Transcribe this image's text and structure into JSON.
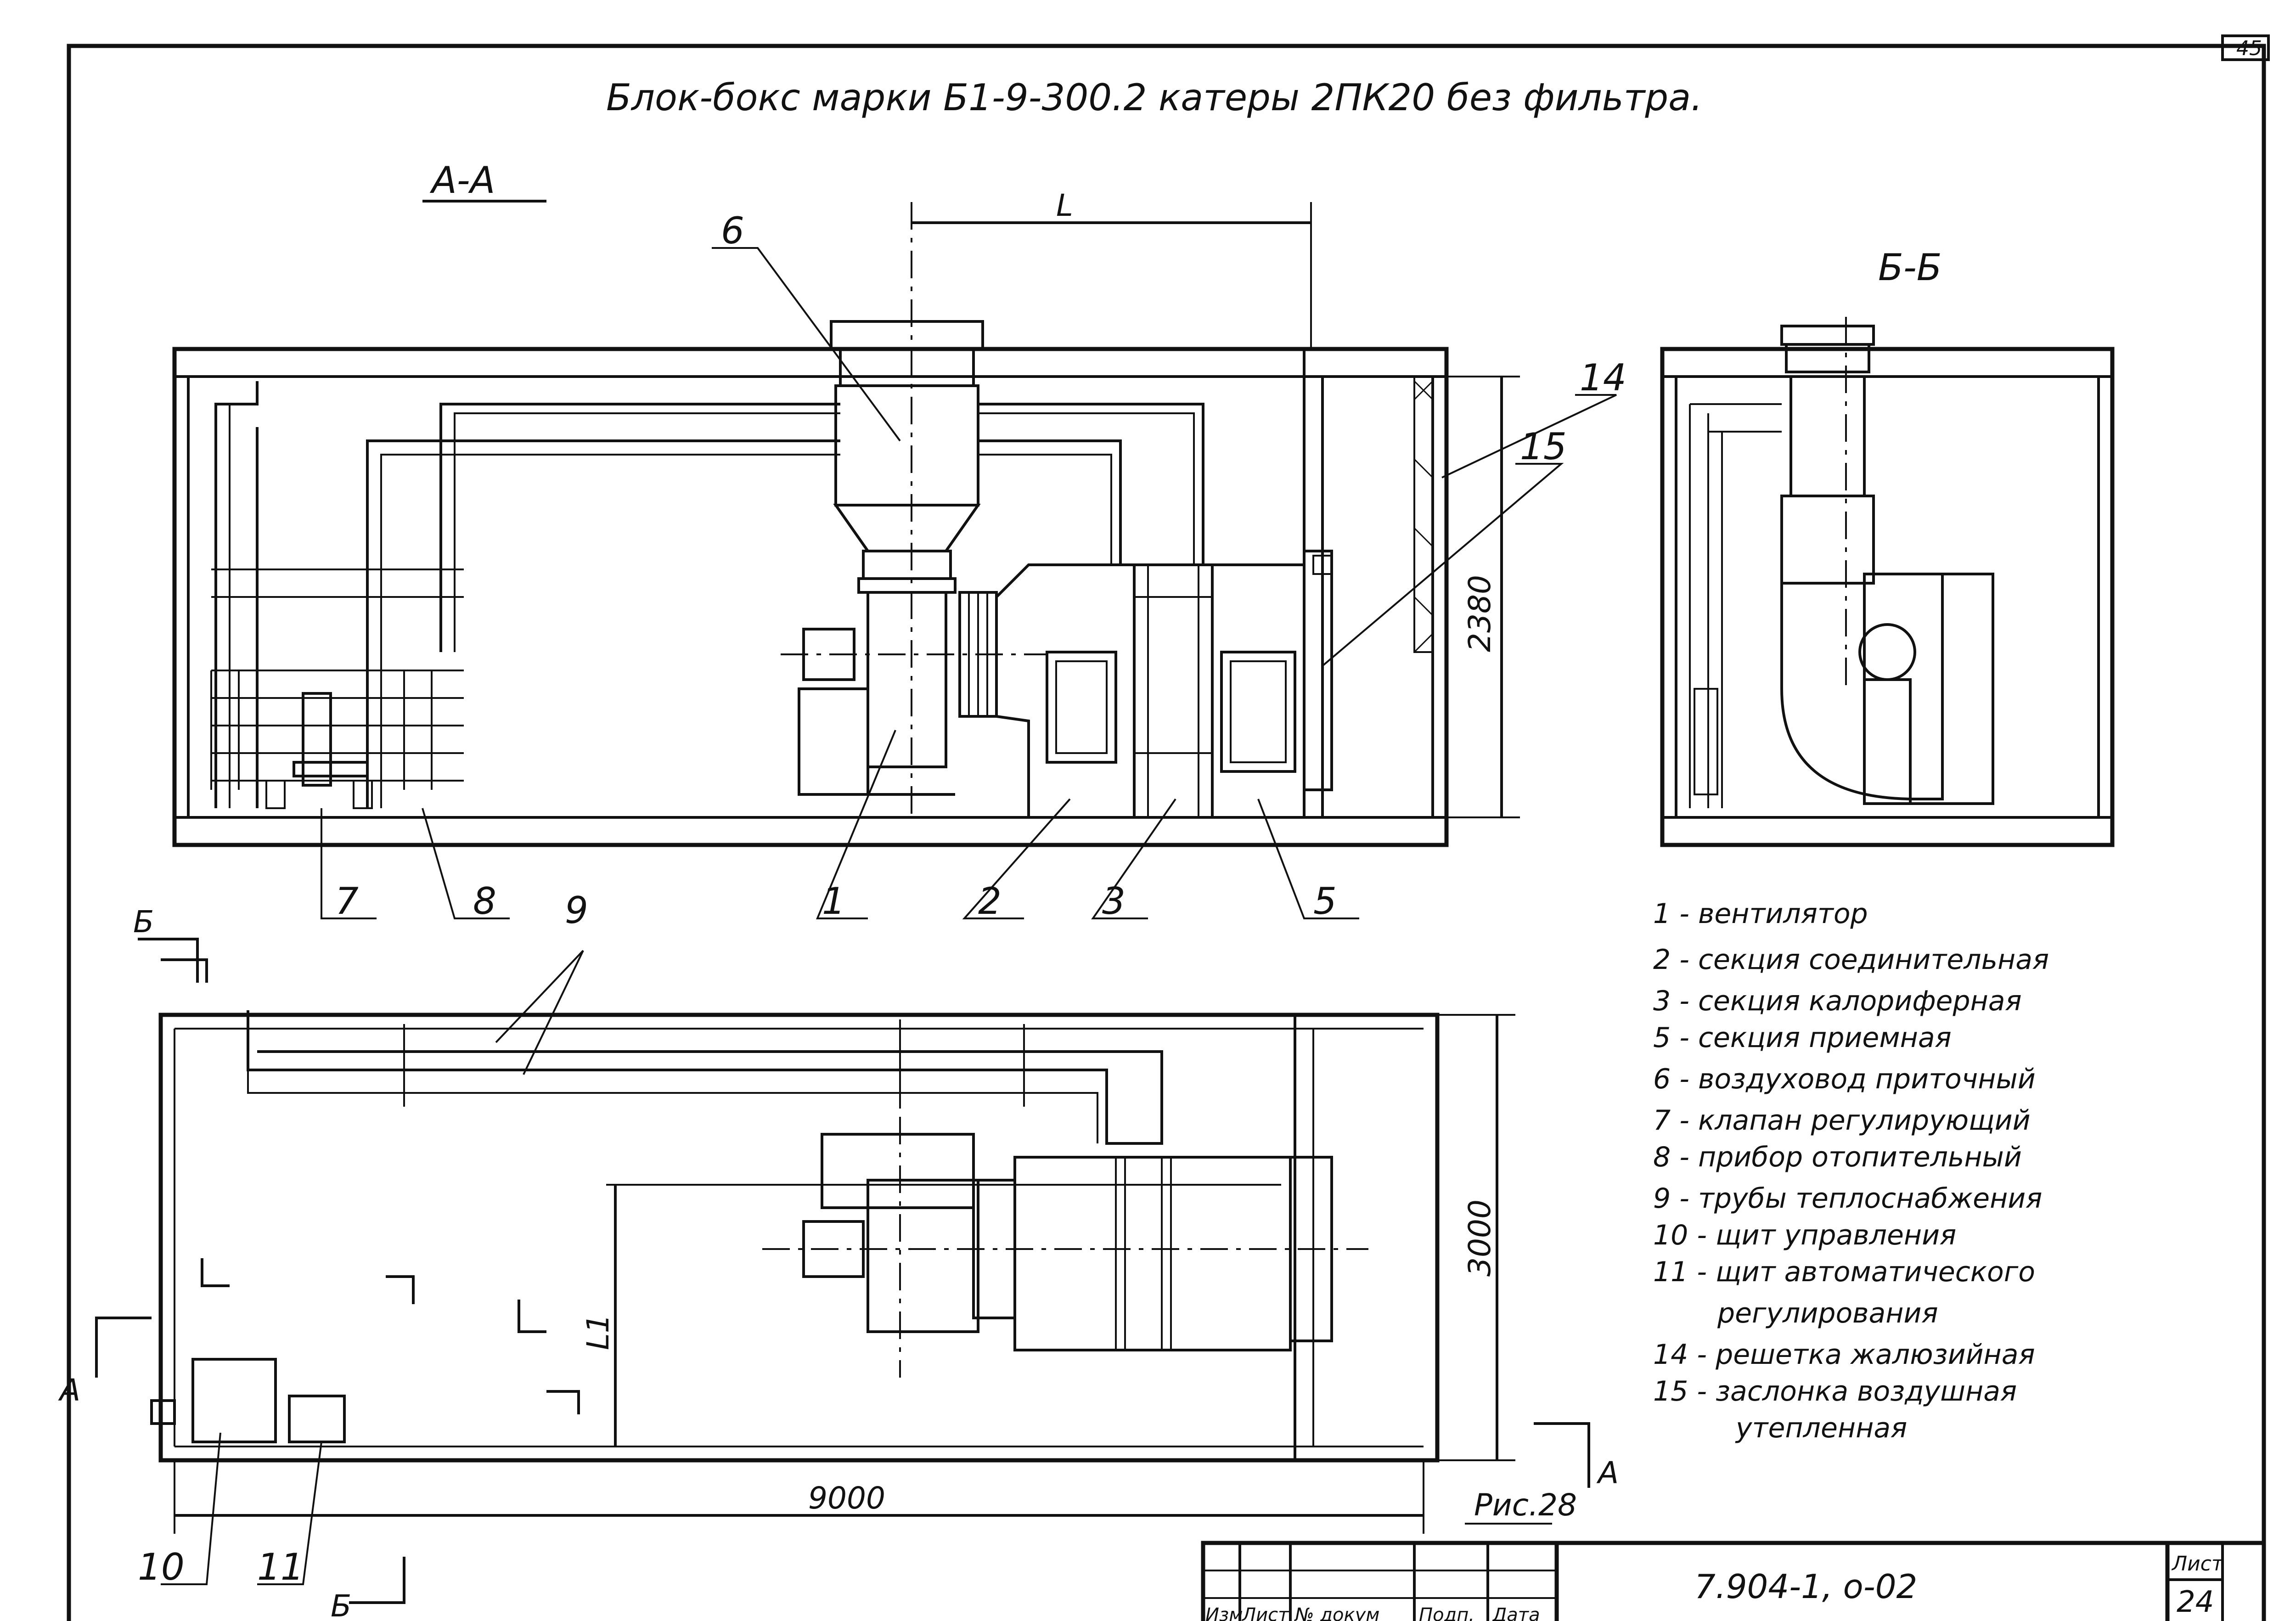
{
  "sheet": {
    "title": "Блок-бокс марки Б1-9-300.2 катеры 2ПК20 без фильтра.",
    "corner_number": "45",
    "figure_label": "Рис.28"
  },
  "section_aa": {
    "label": "А-А",
    "dim_l": "L",
    "dim_height": "2380",
    "callouts": [
      "6",
      "14",
      "15",
      "1",
      "2",
      "3",
      "5",
      "7",
      "8"
    ]
  },
  "section_bb": {
    "label": "Б-Б"
  },
  "plan": {
    "dim_width": "3000",
    "dim_length": "9000",
    "dim_l1": "L1",
    "callouts": [
      "9",
      "10",
      "11"
    ],
    "cut_markers": [
      "Б",
      "Б",
      "А",
      "А"
    ]
  },
  "legend": [
    "1 - вентилятор",
    "2 - секция соединительная",
    "3 - секция калориферная",
    "5 - секция приемная",
    "6 - воздуховод приточный",
    "7 - клапан регулирующий",
    "8 - прибор отопительный",
    "9 - трубы теплоснабжения",
    "10 - щит управления",
    "11 - щит автоматического",
    "регулирования",
    "14 - решетка жалюзийная",
    "15 - заслонка воздушная",
    "утепленная"
  ],
  "title_block": {
    "headers": [
      "Изм",
      "Лист",
      "№ докум",
      "Подп.",
      "Дата"
    ],
    "designation": "7.904-1, о-02",
    "sheet_label": "Лист",
    "sheet_number": "24"
  }
}
